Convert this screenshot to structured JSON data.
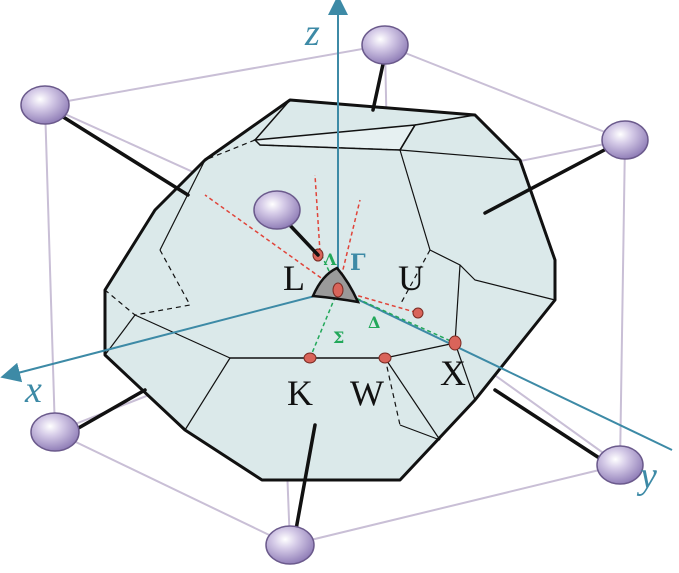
{
  "axes": {
    "x": "x",
    "y": "y",
    "z": "z"
  },
  "points": {
    "L": "L",
    "U": "U",
    "K": "K",
    "W": "W",
    "X": "X",
    "Gamma": "Γ"
  },
  "lines": {
    "Lambda": "Λ",
    "Delta": "Δ",
    "Sigma": "Σ"
  },
  "colors": {
    "axis": "#3d8aa6",
    "zone_fill": "#dbe9ea",
    "cube_edge": "#c9bfd6",
    "atom_fill": "#a896c8",
    "path_red": "#e0443a",
    "path_green": "#22a85a",
    "point_marker": "#d9645a"
  }
}
